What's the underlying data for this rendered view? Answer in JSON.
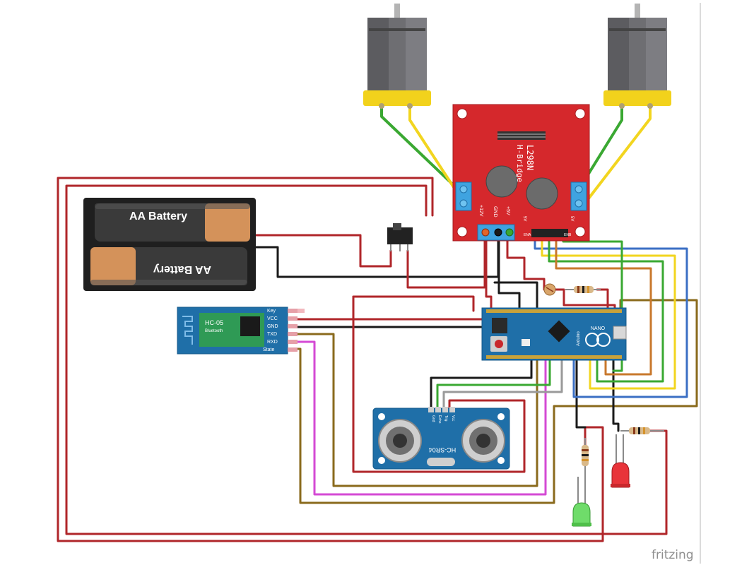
{
  "battery_pack": {
    "cell_top_label": "AA Battery",
    "cell_bottom_label": "AA Battery"
  },
  "motor_driver": {
    "name": "L298N",
    "subtitle": "H-Bridge",
    "pins": {
      "v12": "+12V",
      "gnd": "GND",
      "v5": "+5V"
    },
    "jumper_label_left": "5V",
    "jumper_label_right": "5V",
    "en_a": "ENA",
    "en_b": "ENB"
  },
  "bluetooth_module": {
    "name": "HC-05",
    "subtitle": "Bluetooth",
    "pins": [
      "Key",
      "VCC",
      "GND",
      "TXD",
      "RXD",
      "State"
    ]
  },
  "ultrasonic_sensor": {
    "name": "HC-SR04",
    "pins": [
      "Gnd",
      "Echo",
      "Trig",
      "Vcc"
    ]
  },
  "arduino": {
    "brand": "Arduino",
    "model": "NANO"
  },
  "colors": {
    "wire_red": "#b0262a",
    "wire_black": "#1a1a1a",
    "wire_green": "#3aa832",
    "wire_yellow": "#f2d51f",
    "wire_blue": "#3b6fc4",
    "wire_orange": "#c8782c",
    "wire_brown": "#8a6a1c",
    "wire_magenta": "#d44ad4",
    "wire_gray": "#9a9a9a",
    "board_red": "#d5282c",
    "board_blue": "#1f6fa8",
    "board_green": "#2f9a55"
  },
  "watermark": "fritzing"
}
